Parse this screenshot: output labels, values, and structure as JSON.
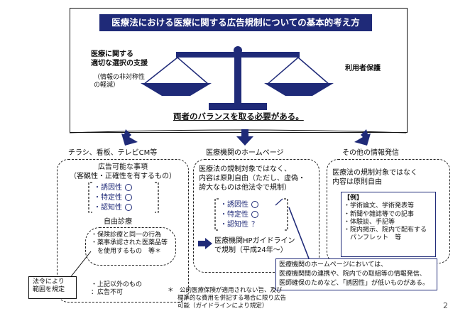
{
  "header": {
    "title": "医療法における医療に関する広告規制についての基本的考え方"
  },
  "balance": {
    "left_label_lines": [
      "医療に関する",
      "適切な選択の支援"
    ],
    "left_sub_lines": [
      "（情報の非対称性",
      "の軽減）"
    ],
    "right_label": "利用者保護",
    "bottom_text": "両者のバランスを取る必要がある。"
  },
  "columns": {
    "left_title": "チラシ、看板、テレビCM等",
    "center_title": "医療機関のホームページ",
    "right_title": "その他の情報発信"
  },
  "left_box": {
    "heading_lines": [
      "広告可能な事項",
      "（客観性・正確性を有するもの）"
    ],
    "items": [
      "・誘因性",
      "・特定性",
      "・認知性"
    ],
    "free_heading": "自由診療",
    "free_lines": [
      "・保険診療と同一の行為",
      "・薬事承認された医薬品等",
      "　を使用するもの　等＊"
    ],
    "other_lines": [
      "・上記以外のもの",
      "：広告不可"
    ],
    "law_note_lines": [
      "法令により",
      "範囲を規定"
    ]
  },
  "center_box": {
    "text_lines": [
      "医療法の規制対象ではなく、",
      "内容は原則自由（ただし、虚偽・",
      "誇大なものは他法令で規制）"
    ],
    "items": [
      "・誘因性",
      "・特定性",
      "・認知性"
    ],
    "q_mark": "？",
    "guideline_lines": [
      "医療機関HPガイドライン",
      "で規制（平成24年～）"
    ]
  },
  "right_box": {
    "text_lines": [
      "医療法の規制対象ではなく",
      "内容は原則自由"
    ],
    "example_label": "【例】",
    "examples": [
      "・学術論文、学術発表等",
      "・新聞や雑誌等での記事",
      "・体験談、手記等",
      "・院内掲示、院内で配布する",
      "　パンフレット　等"
    ]
  },
  "hp_note": {
    "lines": [
      "医療機関のホームページにおいては、",
      "医療機関間の連携や、院内での取組等の情報発信、",
      "医師確保のためなど、「誘因性」が低いものがある。"
    ]
  },
  "footnote": {
    "lines": [
      "＊　公的医療保険が適用されない旨、及び",
      "標準的な費用を併記する場合に限り広告",
      "可能（ガイドラインにより規定）"
    ]
  },
  "page_number": "2"
}
